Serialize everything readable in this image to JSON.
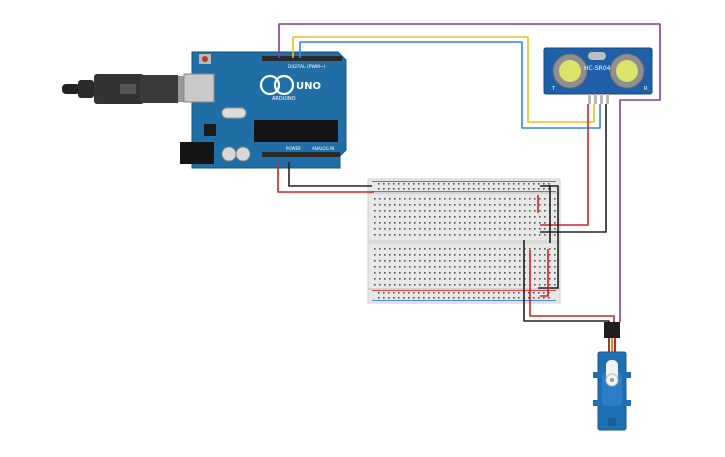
{
  "arduino": {
    "logo_text": "ARDUINO",
    "model": "UNO",
    "digital_label": "DIGITAL (PWM~)",
    "power_label": "POWER",
    "analog_label": "ANALOG IN",
    "board_color": "#1f6fa6"
  },
  "sensor": {
    "name": "HC-SR04",
    "left_mark": "T",
    "right_mark": "R",
    "board_color": "#1e5fa8"
  },
  "breadboard": {
    "color": "#e7e7e7"
  },
  "servo": {
    "color": "#1f6fb3"
  },
  "wires": {
    "purple": "#7b3fa0",
    "yellow": "#e8c227",
    "blue": "#2d8bd6",
    "red": "#d32222",
    "black": "#222222",
    "orange": "#e8892a"
  }
}
